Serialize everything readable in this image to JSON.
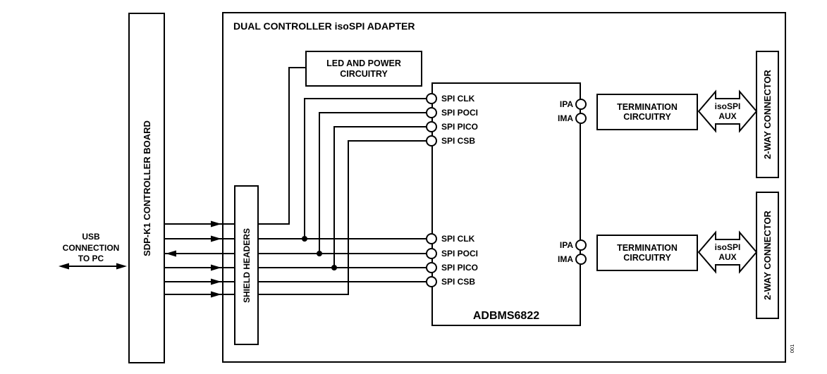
{
  "title": "DUAL CONTROLLER isoSPI ADAPTER",
  "figure_number": "001",
  "colors": {
    "line": "#000000",
    "background": "#ffffff"
  },
  "usb": {
    "label": "USB\nCONNECTION\nTO PC"
  },
  "sdp_board": {
    "label": "SDP-K1 CONTROLLER BOARD"
  },
  "shield_headers": {
    "label": "SHIELD HEADERS"
  },
  "led_power": {
    "label": "LED AND POWER\nCIRCUITRY"
  },
  "adbms": {
    "label": "ADBMS6822",
    "channels": [
      {
        "spi_pins": [
          "SPI CLK",
          "SPI POCI",
          "SPI PICO",
          "SPI CSB"
        ],
        "iso_pins": [
          "IPA",
          "IMA"
        ]
      },
      {
        "spi_pins": [
          "SPI CLK",
          "SPI POCI",
          "SPI PICO",
          "SPI CSB"
        ],
        "iso_pins": [
          "IPA",
          "IMA"
        ]
      }
    ]
  },
  "termination": [
    {
      "label": "TERMINATION\nCIRCUITRY"
    },
    {
      "label": "TERMINATION\nCIRCUITRY"
    }
  ],
  "isospi_aux": [
    {
      "label": "isoSPI\nAUX"
    },
    {
      "label": "isoSPI\nAUX"
    }
  ],
  "connectors": [
    {
      "label": "2-WAY CONNECTOR"
    },
    {
      "label": "2-WAY CONNECTOR"
    }
  ]
}
